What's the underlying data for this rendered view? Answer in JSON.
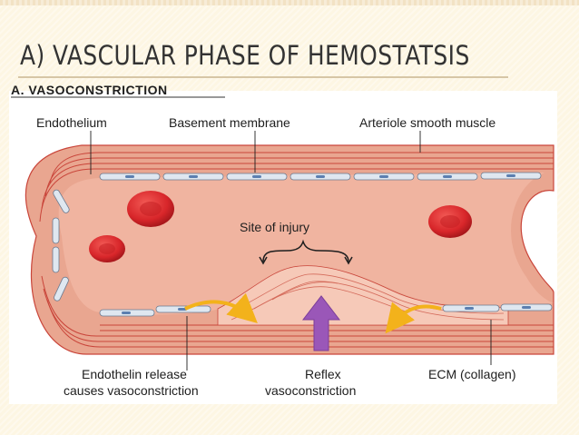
{
  "slide": {
    "title": "A) VASCULAR PHASE OF HEMOSTATSIS"
  },
  "figure": {
    "panel_title": "A. VASOCONSTRICTION",
    "labels": {
      "endothelium": "Endothelium",
      "basement_membrane": "Basement membrane",
      "arteriole_smooth_muscle": "Arteriole smooth muscle",
      "site_of_injury": "Site of injury",
      "endothelin_line1": "Endothelin release",
      "endothelin_line2": "causes vasoconstriction",
      "reflex_line1": "Reflex",
      "reflex_line2": "vasoconstriction",
      "ecm": "ECM (collagen)"
    },
    "colors": {
      "lumen": "#f0b4a0",
      "wall": "#e9a690",
      "muscle_line": "#c9453a",
      "endothelial_cell": "#dfe7f0",
      "red_cell": "#d8262a",
      "yellow_arrow": "#f3b21b",
      "reflex_arrow": "#9a57b8"
    }
  }
}
